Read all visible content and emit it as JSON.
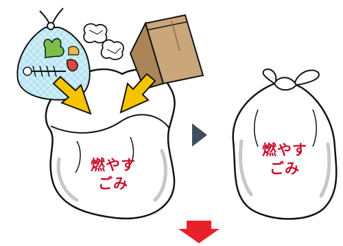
{
  "left_bag": {
    "label_line1": "燃やす",
    "label_line2": "ごみ"
  },
  "right_bag": {
    "label_line1": "燃やす",
    "label_line2": "ごみ"
  },
  "colors": {
    "label": "#c8102e",
    "outline": "#111111",
    "arrow_yellow": "#f5c400",
    "next_arrow": "#3d4f5e",
    "down_arrow": "#e8202a",
    "net_bag": "#bfe6f3",
    "paper_bag": "#c9a77a"
  },
  "icons": {
    "net": "mesh-bag-of-food-scraps-icon",
    "paper": "crumpled-paper-icon",
    "kraft": "paper-bag-icon",
    "step": "right-triangle-arrow-icon",
    "down": "down-arrow-icon"
  }
}
